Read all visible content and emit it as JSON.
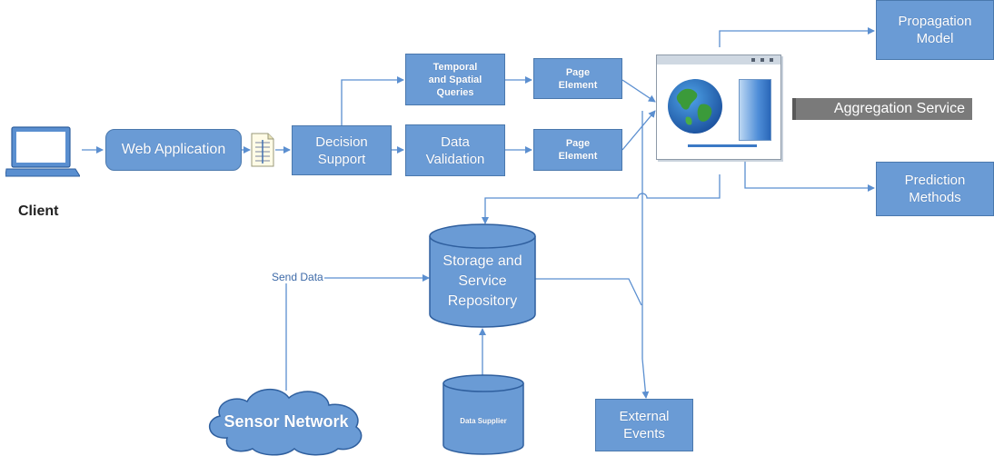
{
  "diagram": {
    "client": {
      "label": "Client",
      "icon": "laptop-icon"
    },
    "web_application": {
      "label": "Web Application"
    },
    "document_icon": {
      "icon": "document-icon"
    },
    "decision_support": {
      "label": "Decision\nSupport"
    },
    "temporal_queries": {
      "label": "Temporal\nand Spatial\nQueries"
    },
    "data_validation": {
      "label": "Data\nValidation"
    },
    "page_element_top": {
      "label": "Page\nElement"
    },
    "page_element_bottom": {
      "label": "Page\nElement"
    },
    "aggregation_window": {
      "icon": "globe-icon"
    },
    "aggregation_service": {
      "label": "Aggregation Service"
    },
    "propagation_model": {
      "label": "Propagation\nModel"
    },
    "prediction_methods": {
      "label": "Prediction\nMethods"
    },
    "storage_repository": {
      "label": "Storage and\nService\nRepository"
    },
    "send_data": {
      "label": "Send Data"
    },
    "sensor_network": {
      "label": "Sensor Network"
    },
    "data_supplier": {
      "label": "Data Supplier"
    },
    "external_events": {
      "label": "External\nEvents"
    }
  },
  "colors": {
    "node_fill": "#6a9bd5",
    "node_border": "#4a78ad",
    "connector": "#5b8fd0",
    "label_bar": "#7a7a7a",
    "text_dark": "#1f2a36"
  }
}
